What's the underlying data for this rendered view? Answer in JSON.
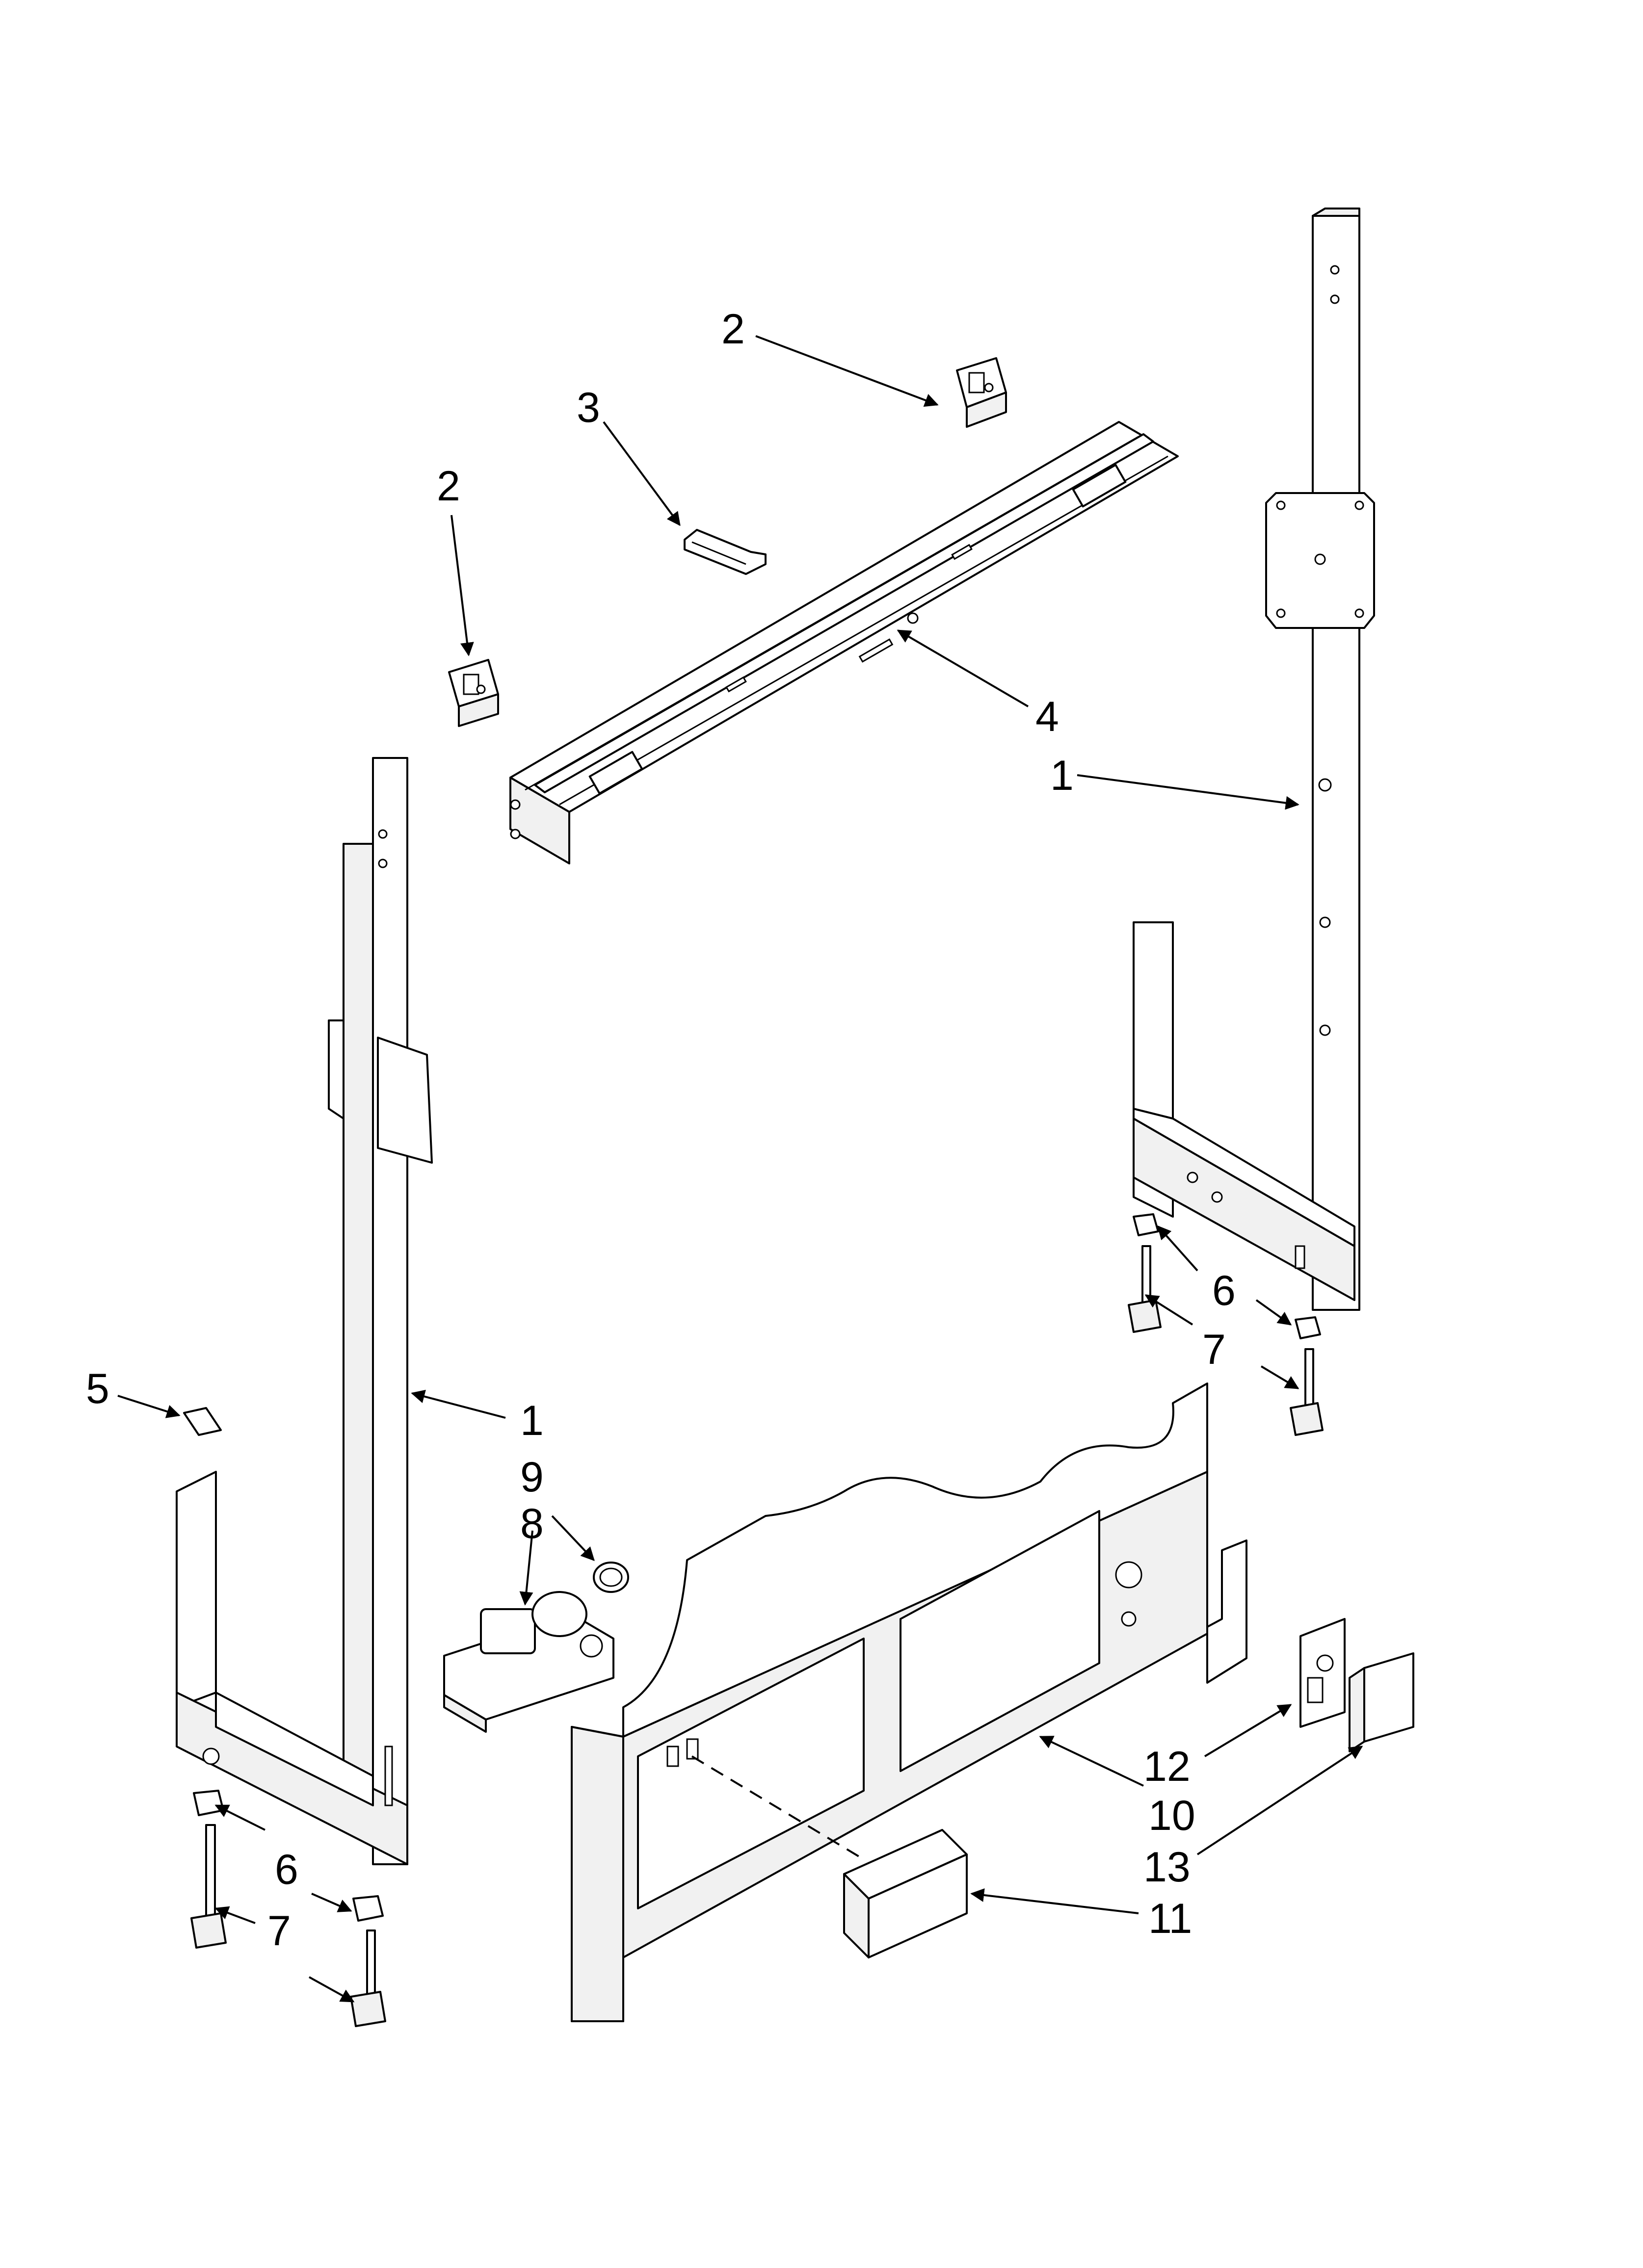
{
  "diagram": {
    "title": "",
    "callouts": [
      {
        "id": "c2a",
        "text": "2"
      },
      {
        "id": "c3",
        "text": "3"
      },
      {
        "id": "c2b",
        "text": "2"
      },
      {
        "id": "c4",
        "text": "4"
      },
      {
        "id": "c1a",
        "text": "1"
      },
      {
        "id": "c6a",
        "text": "6"
      },
      {
        "id": "c7a",
        "text": "7"
      },
      {
        "id": "c5",
        "text": "5"
      },
      {
        "id": "c1b",
        "text": "1"
      },
      {
        "id": "c9",
        "text": "9"
      },
      {
        "id": "c8",
        "text": "8"
      },
      {
        "id": "c12",
        "text": "12"
      },
      {
        "id": "c10",
        "text": "10"
      },
      {
        "id": "c13",
        "text": "13"
      },
      {
        "id": "c11",
        "text": "11"
      },
      {
        "id": "c6b",
        "text": "6"
      },
      {
        "id": "c7b",
        "text": "7"
      }
    ]
  }
}
